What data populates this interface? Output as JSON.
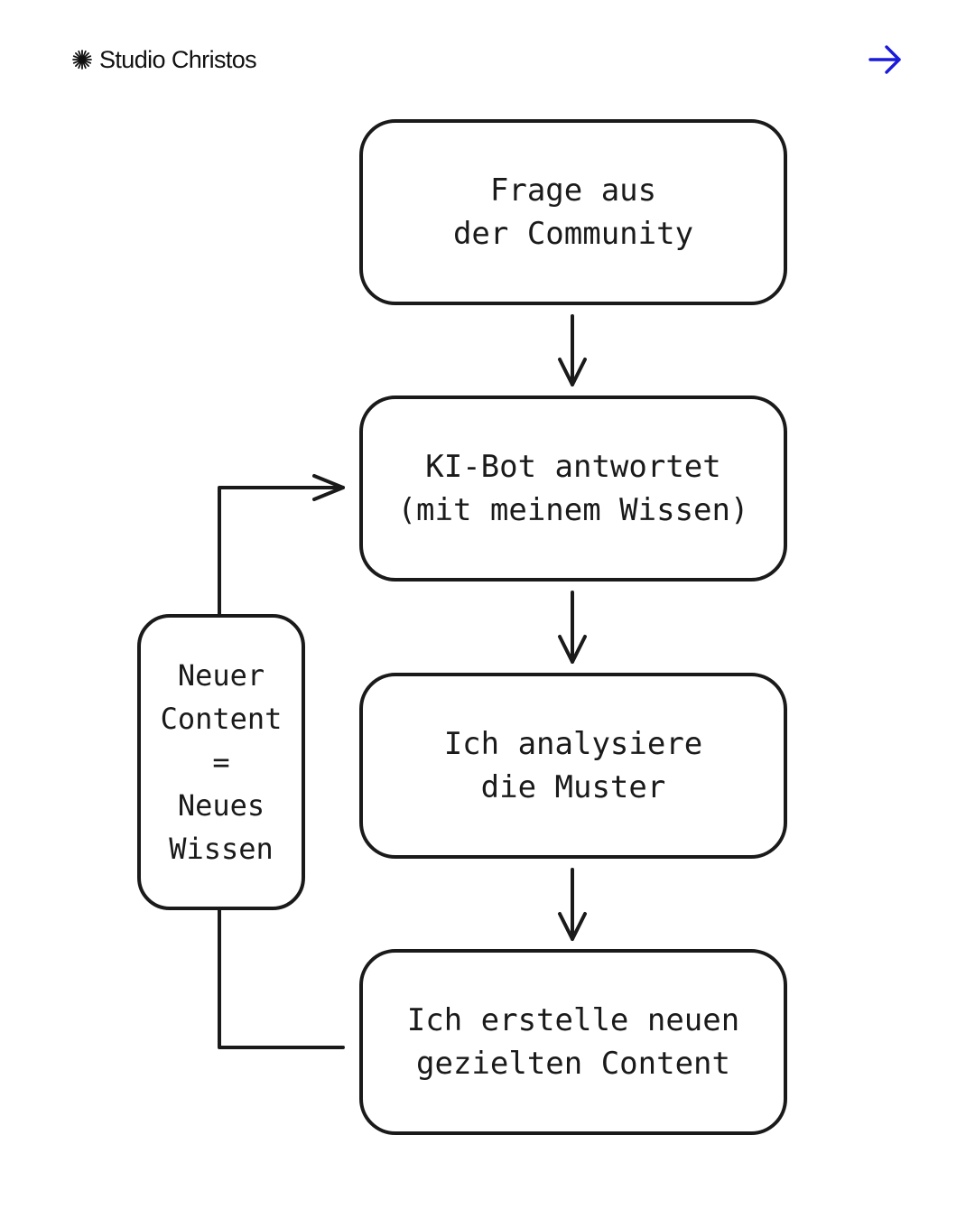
{
  "header": {
    "brand_icon": "sparkle-burst-icon",
    "brand_name": "Studio Christos",
    "next_icon": "arrow-right-icon",
    "accent_color": "#1a1adb"
  },
  "diagram": {
    "nodes": [
      {
        "id": "question",
        "lines": [
          "Frage aus",
          "der Community"
        ]
      },
      {
        "id": "bot",
        "lines": [
          "KI-Bot antwortet",
          "(mit meinem Wissen)"
        ]
      },
      {
        "id": "analyze",
        "lines": [
          "Ich analysiere",
          "die Muster"
        ]
      },
      {
        "id": "create",
        "lines": [
          "Ich erstelle neuen",
          "gezielten Content"
        ]
      }
    ],
    "loop": {
      "lines": [
        "Neuer",
        "Content",
        "=",
        "Neues",
        "Wissen"
      ]
    },
    "edges": [
      {
        "from": "question",
        "to": "bot"
      },
      {
        "from": "bot",
        "to": "analyze"
      },
      {
        "from": "analyze",
        "to": "create"
      },
      {
        "from": "create",
        "to": "loop"
      },
      {
        "from": "loop",
        "to": "bot"
      }
    ],
    "stroke_color": "#1a1a1a"
  }
}
